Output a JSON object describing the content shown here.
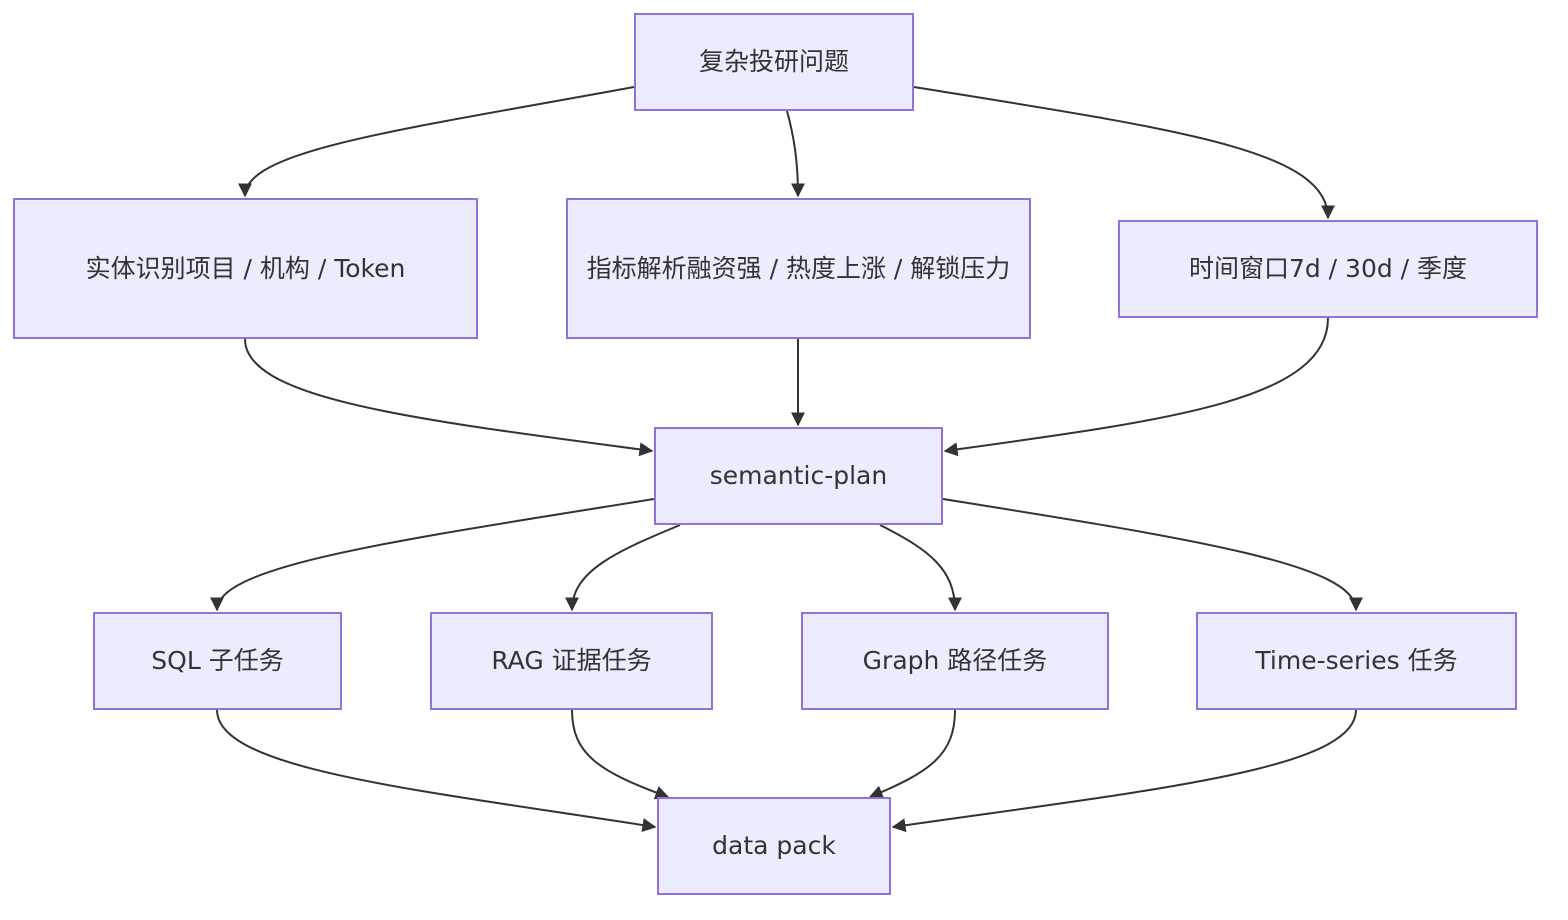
{
  "nodes": {
    "question": "复杂投研问题",
    "entity": "实体识别项目 / 机构 / Token",
    "metric": "指标解析融资强 / 热度上涨 / 解锁压力",
    "time": "时间窗口7d / 30d / 季度",
    "semantic": "semantic-plan",
    "sql": "SQL 子任务",
    "rag": "RAG 证据任务",
    "graph": "Graph 路径任务",
    "timeseries": "Time-series 任务",
    "datapack": "data pack"
  },
  "edges": [
    [
      "question",
      "entity"
    ],
    [
      "question",
      "metric"
    ],
    [
      "question",
      "time"
    ],
    [
      "entity",
      "semantic"
    ],
    [
      "metric",
      "semantic"
    ],
    [
      "time",
      "semantic"
    ],
    [
      "semantic",
      "sql"
    ],
    [
      "semantic",
      "rag"
    ],
    [
      "semantic",
      "graph"
    ],
    [
      "semantic",
      "timeseries"
    ],
    [
      "sql",
      "datapack"
    ],
    [
      "rag",
      "datapack"
    ],
    [
      "graph",
      "datapack"
    ],
    [
      "timeseries",
      "datapack"
    ]
  ],
  "colors": {
    "node_fill": "#ececff",
    "node_border": "#9370db",
    "text": "#333333",
    "edge": "#333333"
  }
}
